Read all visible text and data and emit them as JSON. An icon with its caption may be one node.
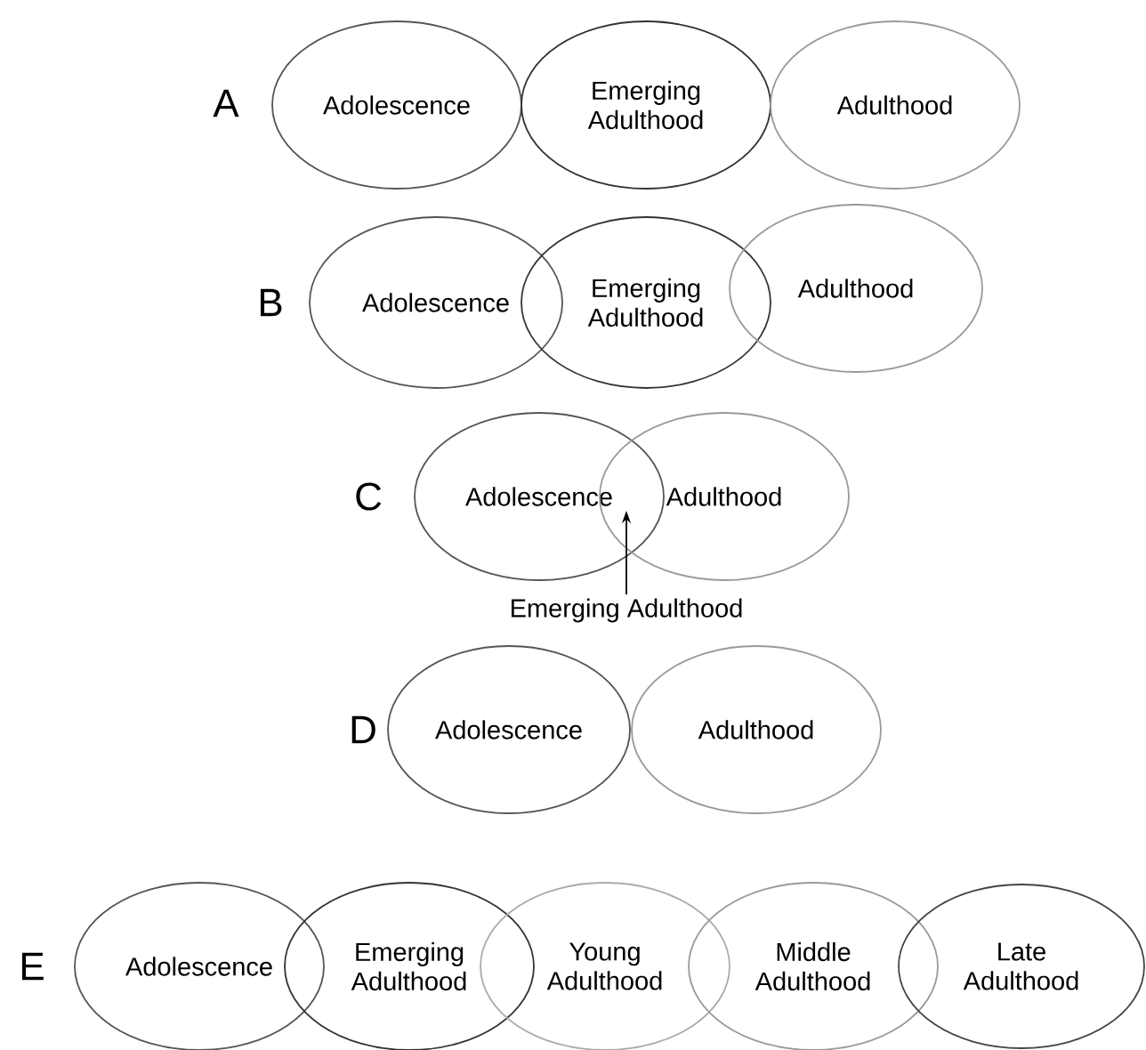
{
  "diagram": {
    "nodes": [
      {
        "text": [
          "Adolescence"
        ]
      },
      {
        "text": [
          "Emerging Adulthood"
        ]
      },
      {
        "text": [
          "Adulthood"
        ]
      },
      {
        "text": [
          "Adolescence"
        ]
      },
      {
        "text": [
          "Emerging Adulthood"
        ]
      },
      {
        "text": [
          "Adulthood"
        ]
      },
      {
        "text": [
          "Adolescence"
        ]
      },
      {
        "text": [
          "Adulthood"
        ]
      },
      {
        "text": [
          "Emerging Adulthood"
        ]
      },
      {
        "text": [
          "Adolescence"
        ]
      },
      {
        "text": [
          "Adulthood"
        ]
      },
      {
        "text": [
          "Adolescence"
        ]
      },
      {
        "text": [
          "Emerging Adulthood"
        ]
      },
      {
        "text": [
          "Young Adulthood"
        ]
      },
      {
        "text": [
          "Middle Adulthood"
        ]
      },
      {
        "text": [
          "Late Adulthood"
        ]
      }
    ],
    "edges": [
      {
        "from": 8,
        "to": 6,
        "arrow": "to"
      }
    ],
    "labels": [
      "A",
      "B",
      "C",
      "D",
      "E"
    ]
  }
}
